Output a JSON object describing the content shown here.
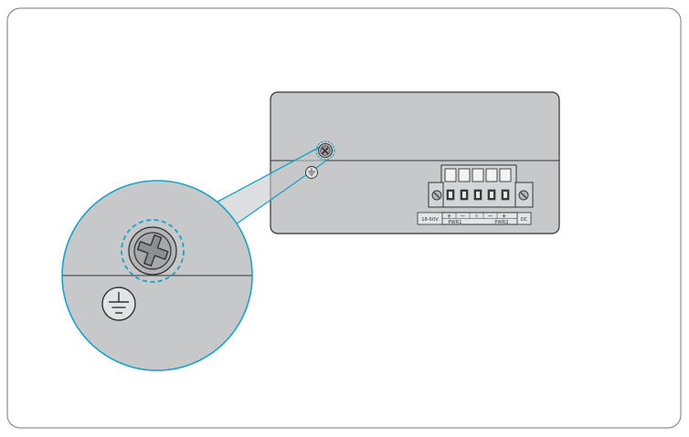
{
  "figure": {
    "subject": "Grounding screw location on device side panel",
    "colors": {
      "panel_fill": "#c7c8ca",
      "outline": "#333333",
      "callout": "#1aa3c8",
      "frame": "#7a7a7a"
    },
    "icons": [
      "ground-symbol-icon",
      "grounding-screw-icon",
      "terminal-screw-icon"
    ]
  },
  "terminal_block": {
    "voltage_label": "18-60V",
    "polarity": [
      "+",
      "−",
      "⏚",
      "−",
      "+"
    ],
    "group_labels": [
      "PWR1",
      "PWR2"
    ],
    "current_label": "DC"
  }
}
